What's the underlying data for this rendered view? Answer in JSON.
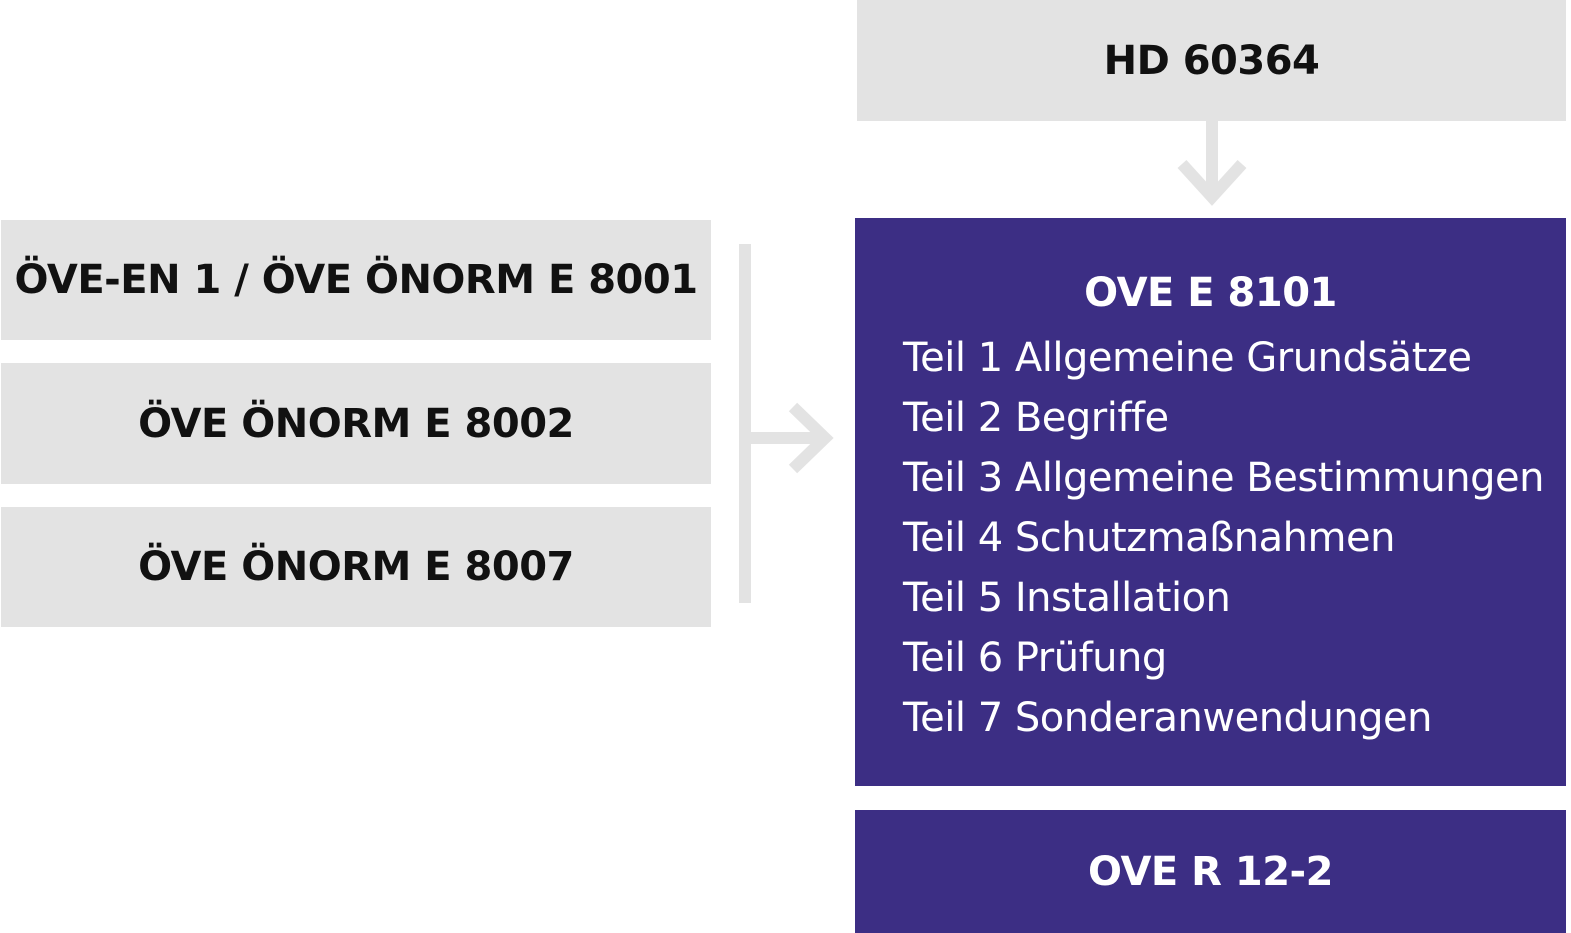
{
  "top_box": {
    "label": "HD 60364"
  },
  "left_boxes": [
    {
      "label": "ÖVE-EN 1 / ÖVE ÖNORM E 8001"
    },
    {
      "label": "ÖVE ÖNORM E 8002"
    },
    {
      "label": "ÖVE ÖNORM E 8007"
    }
  ],
  "main_box": {
    "title": "OVE E 8101",
    "parts": [
      "Teil 1 Allgemeine Grundsätze",
      "Teil 2 Begriffe",
      "Teil 3 Allgemeine Bestimmungen",
      "Teil 4 Schutzmaßnahmen",
      "Teil 5 Installation",
      "Teil 6 Prüfung",
      "Teil 7 Sonderanwendungen"
    ]
  },
  "bottom_box": {
    "label": "OVE R 12-2"
  },
  "colors": {
    "gray_box": "#e3e3e3",
    "connector": "#e3e3e3",
    "purple_box": "#3c2e84",
    "dark_text": "#111111",
    "light_text": "#ffffff"
  }
}
